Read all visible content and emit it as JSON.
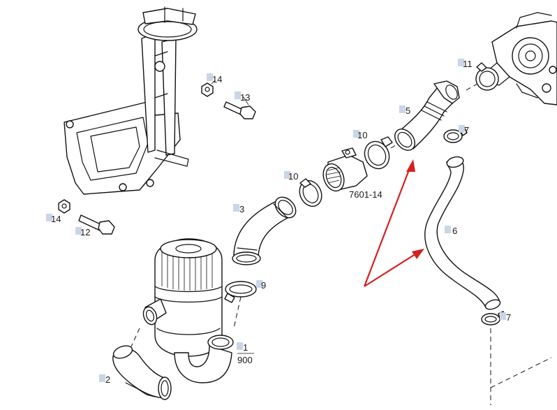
{
  "diagram": {
    "callouts": {
      "c14a": "14",
      "c13": "13",
      "c14b": "14",
      "c12": "12",
      "c11": "11",
      "c5": "5",
      "c7a": "7",
      "c10a": "10",
      "c10b": "10",
      "c3": "3",
      "c6": "6",
      "c9": "9",
      "c7b": "7",
      "c1": "1",
      "c2": "2"
    },
    "part_number": "7601-14",
    "sub_label": "900"
  },
  "colors": {
    "highlight_arrows": "#d42020",
    "callout_box": "#c9d6e6"
  }
}
